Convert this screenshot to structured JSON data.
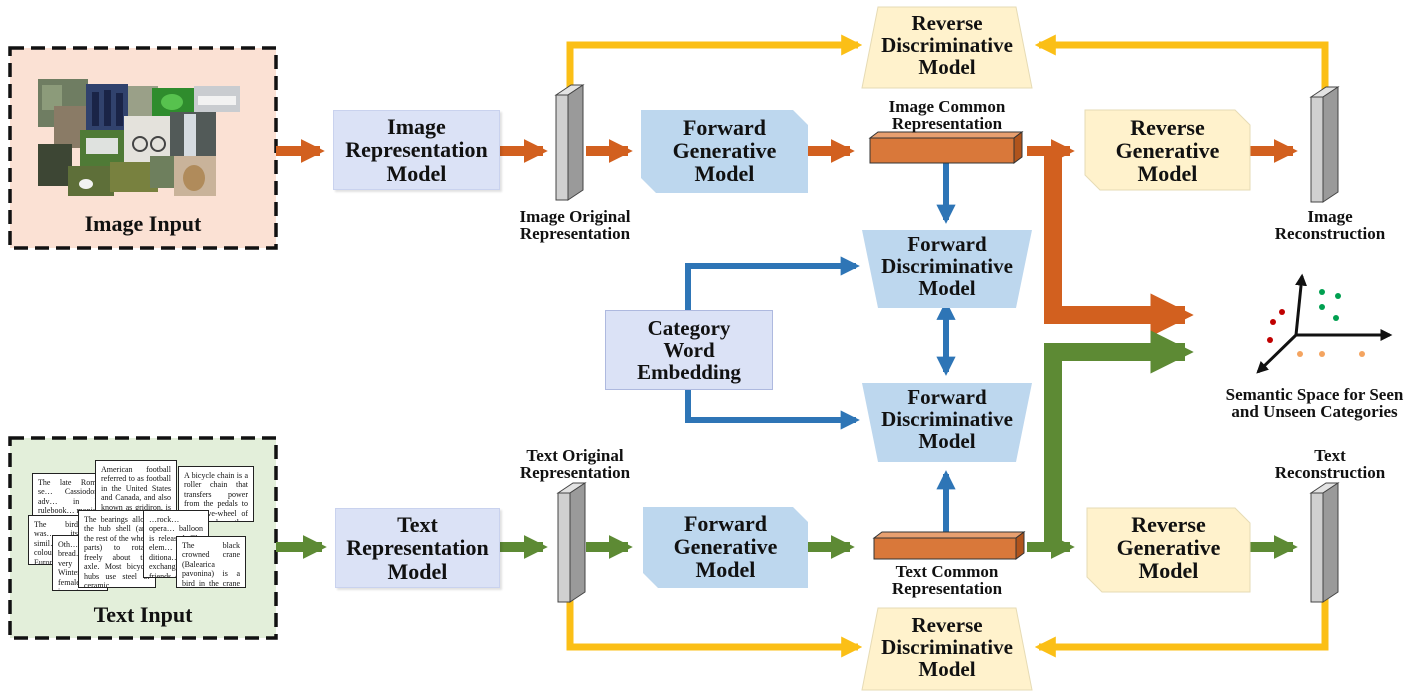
{
  "inputs": {
    "image_title": "Image Input",
    "text_title": "Text Input",
    "text_snippets": [
      "The late Roman se… Cassiodorus adv… in his rulebook… monistic lis… clock a…",
      "American football referred to as football in the United States and Canada, and also known as gridiron, is a sport…",
      "A bicycle chain is a roller chain that transfers power from the pedals to the drive-wheel of a bicycle, thus propelling it. …",
      "The bird was… its simil… colour… Europe… a com… body… early s…",
      "Oth… bread… are very similar. Winter, female and immature birds.",
      "The bearings allow the hub shell (and the rest of the wheel parts) to rotate freely about the axle. Most bicycle hubs use steel or ceramic…",
      "…rock… opera… balloon is released. The elem… ditiona… exchange… friends, co…",
      "The black crowned crane (Balearica pavonina) is a bird in the crane family Gruidae."
    ]
  },
  "labels": {
    "image_rep_model": [
      "Image",
      "Representation",
      "Model"
    ],
    "text_rep_model": [
      "Text",
      "Representation",
      "Model"
    ],
    "image_original": [
      "Image  Original",
      "Representation"
    ],
    "text_original": [
      "Text  Original",
      "Representation"
    ],
    "forward_gen": [
      "Forward",
      "Generative",
      "Model"
    ],
    "reverse_gen": [
      "Reverse",
      "Generative",
      "Model"
    ],
    "reverse_disc": [
      "Reverse",
      "Discriminative",
      "Model"
    ],
    "forward_disc": [
      "Forward",
      "Discriminative",
      "Model"
    ],
    "image_common": [
      "Image Common",
      "Representation"
    ],
    "text_common": [
      "Text Common",
      "Representation"
    ],
    "image_recon": [
      "Image",
      "Reconstruction"
    ],
    "text_recon": [
      "Text",
      "Reconstruction"
    ],
    "category_embed": [
      "Category",
      "Word",
      "Embedding"
    ],
    "semantic_space": [
      "Semantic Space for Seen",
      "and Unseen Categories"
    ]
  },
  "colors": {
    "image_flow": "#d2601f",
    "text_flow": "#5d8a34",
    "reverse_flow": "#fbbf16",
    "category_flow": "#2e75b6",
    "image_panel": "#fbe1d4",
    "text_panel": "#e3efda",
    "blue_box": "#bdd7ee",
    "cream_box": "#fff2cc",
    "rep_box": "#dbe2f6",
    "bar_fill": "#cfcfcf",
    "common_bar": "#d9783a"
  },
  "icons": [
    "photo-collage-icon",
    "document-stack-icon",
    "3d-axes-icon"
  ]
}
